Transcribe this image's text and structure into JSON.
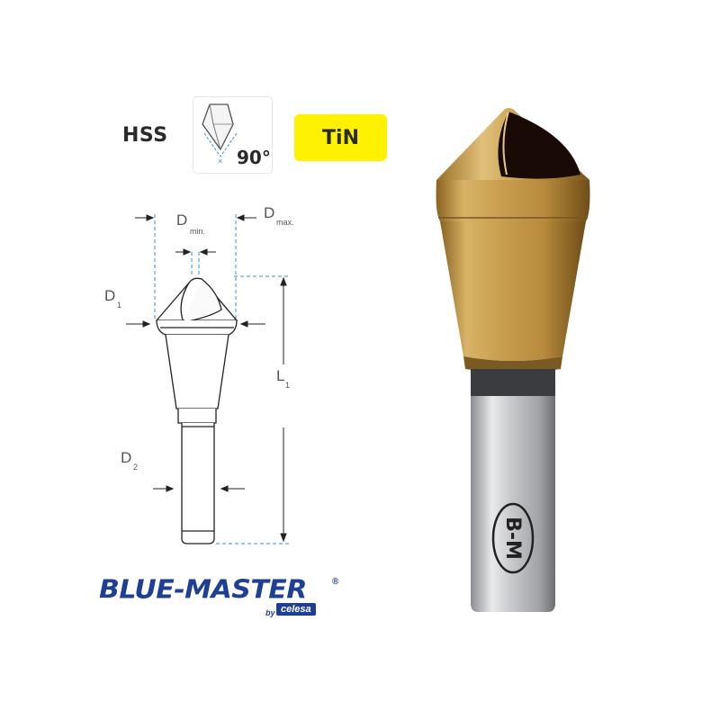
{
  "header": {
    "material": "HSS",
    "angle": "90°",
    "coating": "TiN"
  },
  "diagram": {
    "labels": {
      "d_min": "D",
      "d_min_sub": "min.",
      "d_max": "D",
      "d_max_sub": "max.",
      "d1": "D",
      "d1_sub": "1",
      "l1": "L",
      "l1_sub": "1",
      "d2": "D",
      "d2_sub": "2"
    }
  },
  "brand": {
    "name": "BLUE-MASTER",
    "registered": "®",
    "by": "by",
    "maker": "celesa"
  },
  "product": {
    "shank_marking": "B-M"
  },
  "colors": {
    "brand_blue": "#1d3f94",
    "badge_yellow": "#fff200",
    "tin_gold": "#c9a04a",
    "dimension_blue": "#3a8fd0"
  }
}
